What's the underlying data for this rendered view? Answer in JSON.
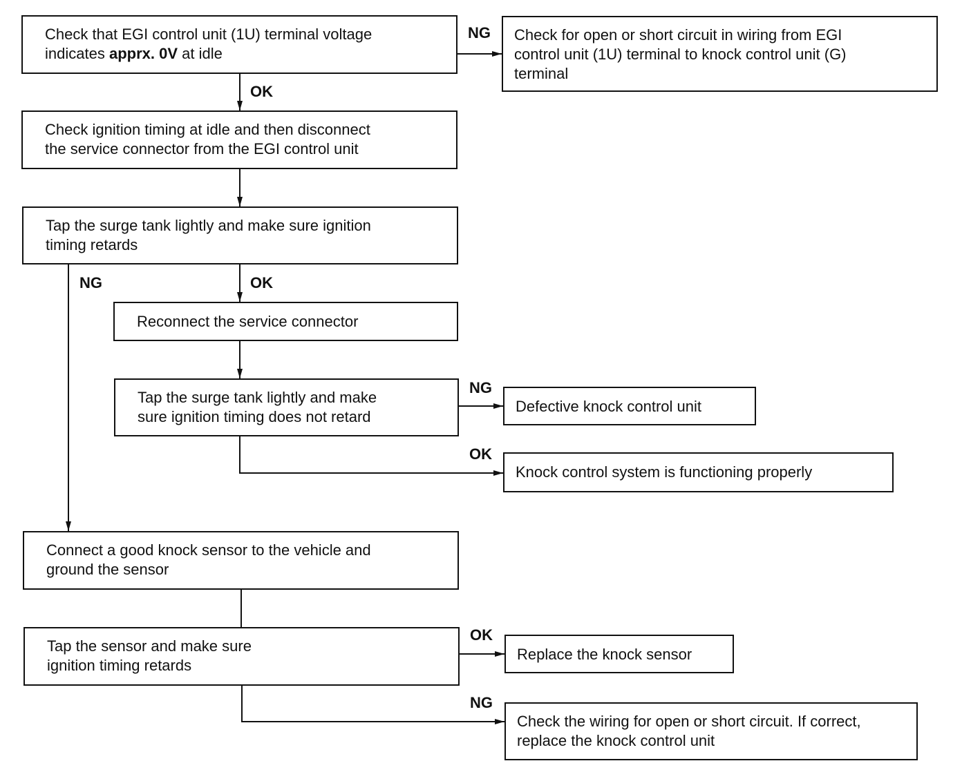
{
  "boxes": {
    "b1": {
      "pre": "Check that EGI control unit (1U) terminal voltage\nindicates ",
      "bold": "apprx. 0V",
      "post": " at idle"
    },
    "b1_ng": "Check for open or short circuit in wiring from EGI\ncontrol unit (1U) terminal to knock control unit (G)\nterminal",
    "b2": "Check ignition timing at idle and then disconnect\nthe service connector from the EGI control unit",
    "b3": "Tap the surge tank lightly and make sure ignition\ntiming retards",
    "b4": "Reconnect the service connector",
    "b5": "Tap the surge tank lightly and make\nsure ignition timing does not retard",
    "b5_ng": "Defective knock control unit",
    "b5_ok": "Knock control system is functioning properly",
    "b6": "Connect a good knock sensor to the vehicle and\nground the sensor",
    "b7": "Tap the sensor and make sure\nignition timing retards",
    "b7_ok": "Replace the knock sensor",
    "b7_ng": "Check the wiring for open or short circuit. If correct,\nreplace the knock control unit"
  },
  "labels": {
    "l1_ng": "NG",
    "l1_ok": "OK",
    "l3_ng": "NG",
    "l3_ok": "OK",
    "l5_ng": "NG",
    "l5_ok": "OK",
    "l7_ok": "OK",
    "l7_ng": "NG"
  }
}
